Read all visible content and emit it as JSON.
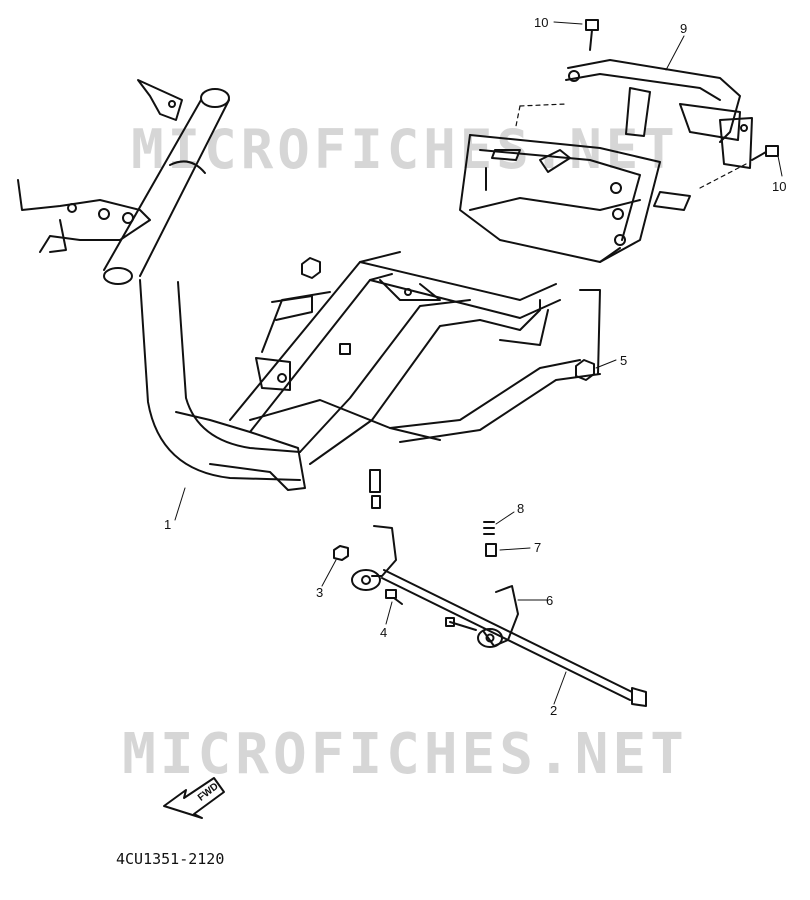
{
  "watermark": {
    "top": "MICROFICHES.NET",
    "bottom": "MICROFICHES.NET"
  },
  "callouts": {
    "c1": "1",
    "c2": "2",
    "c3": "3",
    "c4": "4",
    "c5": "5",
    "c6": "6",
    "c7": "7",
    "c8": "8",
    "c9": "9",
    "c10a": "10",
    "c10b": "10"
  },
  "fwd_arrow": {
    "label": "FWD"
  },
  "catalog_code": "4CU1351-2120"
}
